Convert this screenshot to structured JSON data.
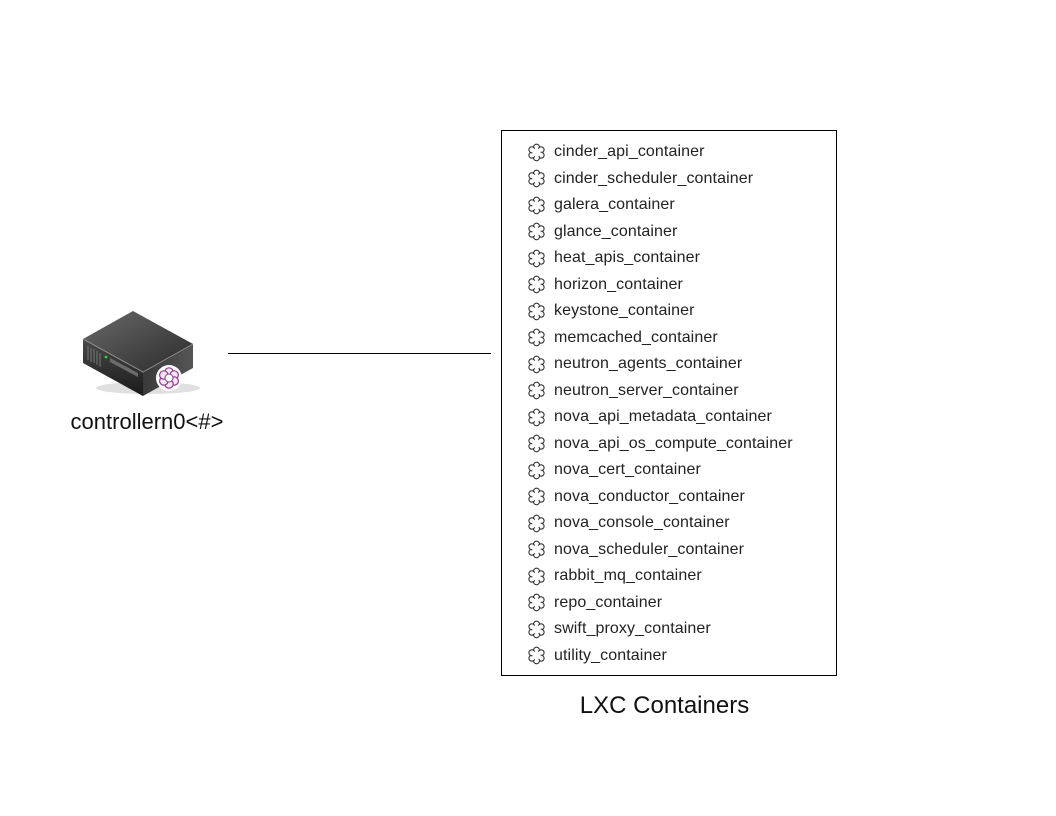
{
  "host": {
    "label": "controllern0<#>",
    "icon": "server-icon"
  },
  "container_group": {
    "caption": "LXC Containers",
    "item_icon": "lxc-container-icon",
    "items": [
      {
        "label": "cinder_api_container"
      },
      {
        "label": "cinder_scheduler_container"
      },
      {
        "label": "galera_container"
      },
      {
        "label": "glance_container"
      },
      {
        "label": "heat_apis_container"
      },
      {
        "label": "horizon_container"
      },
      {
        "label": "keystone_container"
      },
      {
        "label": "memcached_container"
      },
      {
        "label": "neutron_agents_container"
      },
      {
        "label": "neutron_server_container"
      },
      {
        "label": "nova_api_metadata_container"
      },
      {
        "label": "nova_api_os_compute_container"
      },
      {
        "label": "nova_cert_container"
      },
      {
        "label": "nova_conductor_container"
      },
      {
        "label": "nova_console_container"
      },
      {
        "label": "nova_scheduler_container"
      },
      {
        "label": "rabbit_mq_container"
      },
      {
        "label": "repo_container"
      },
      {
        "label": "swift_proxy_container"
      },
      {
        "label": "utility_container"
      }
    ]
  }
}
